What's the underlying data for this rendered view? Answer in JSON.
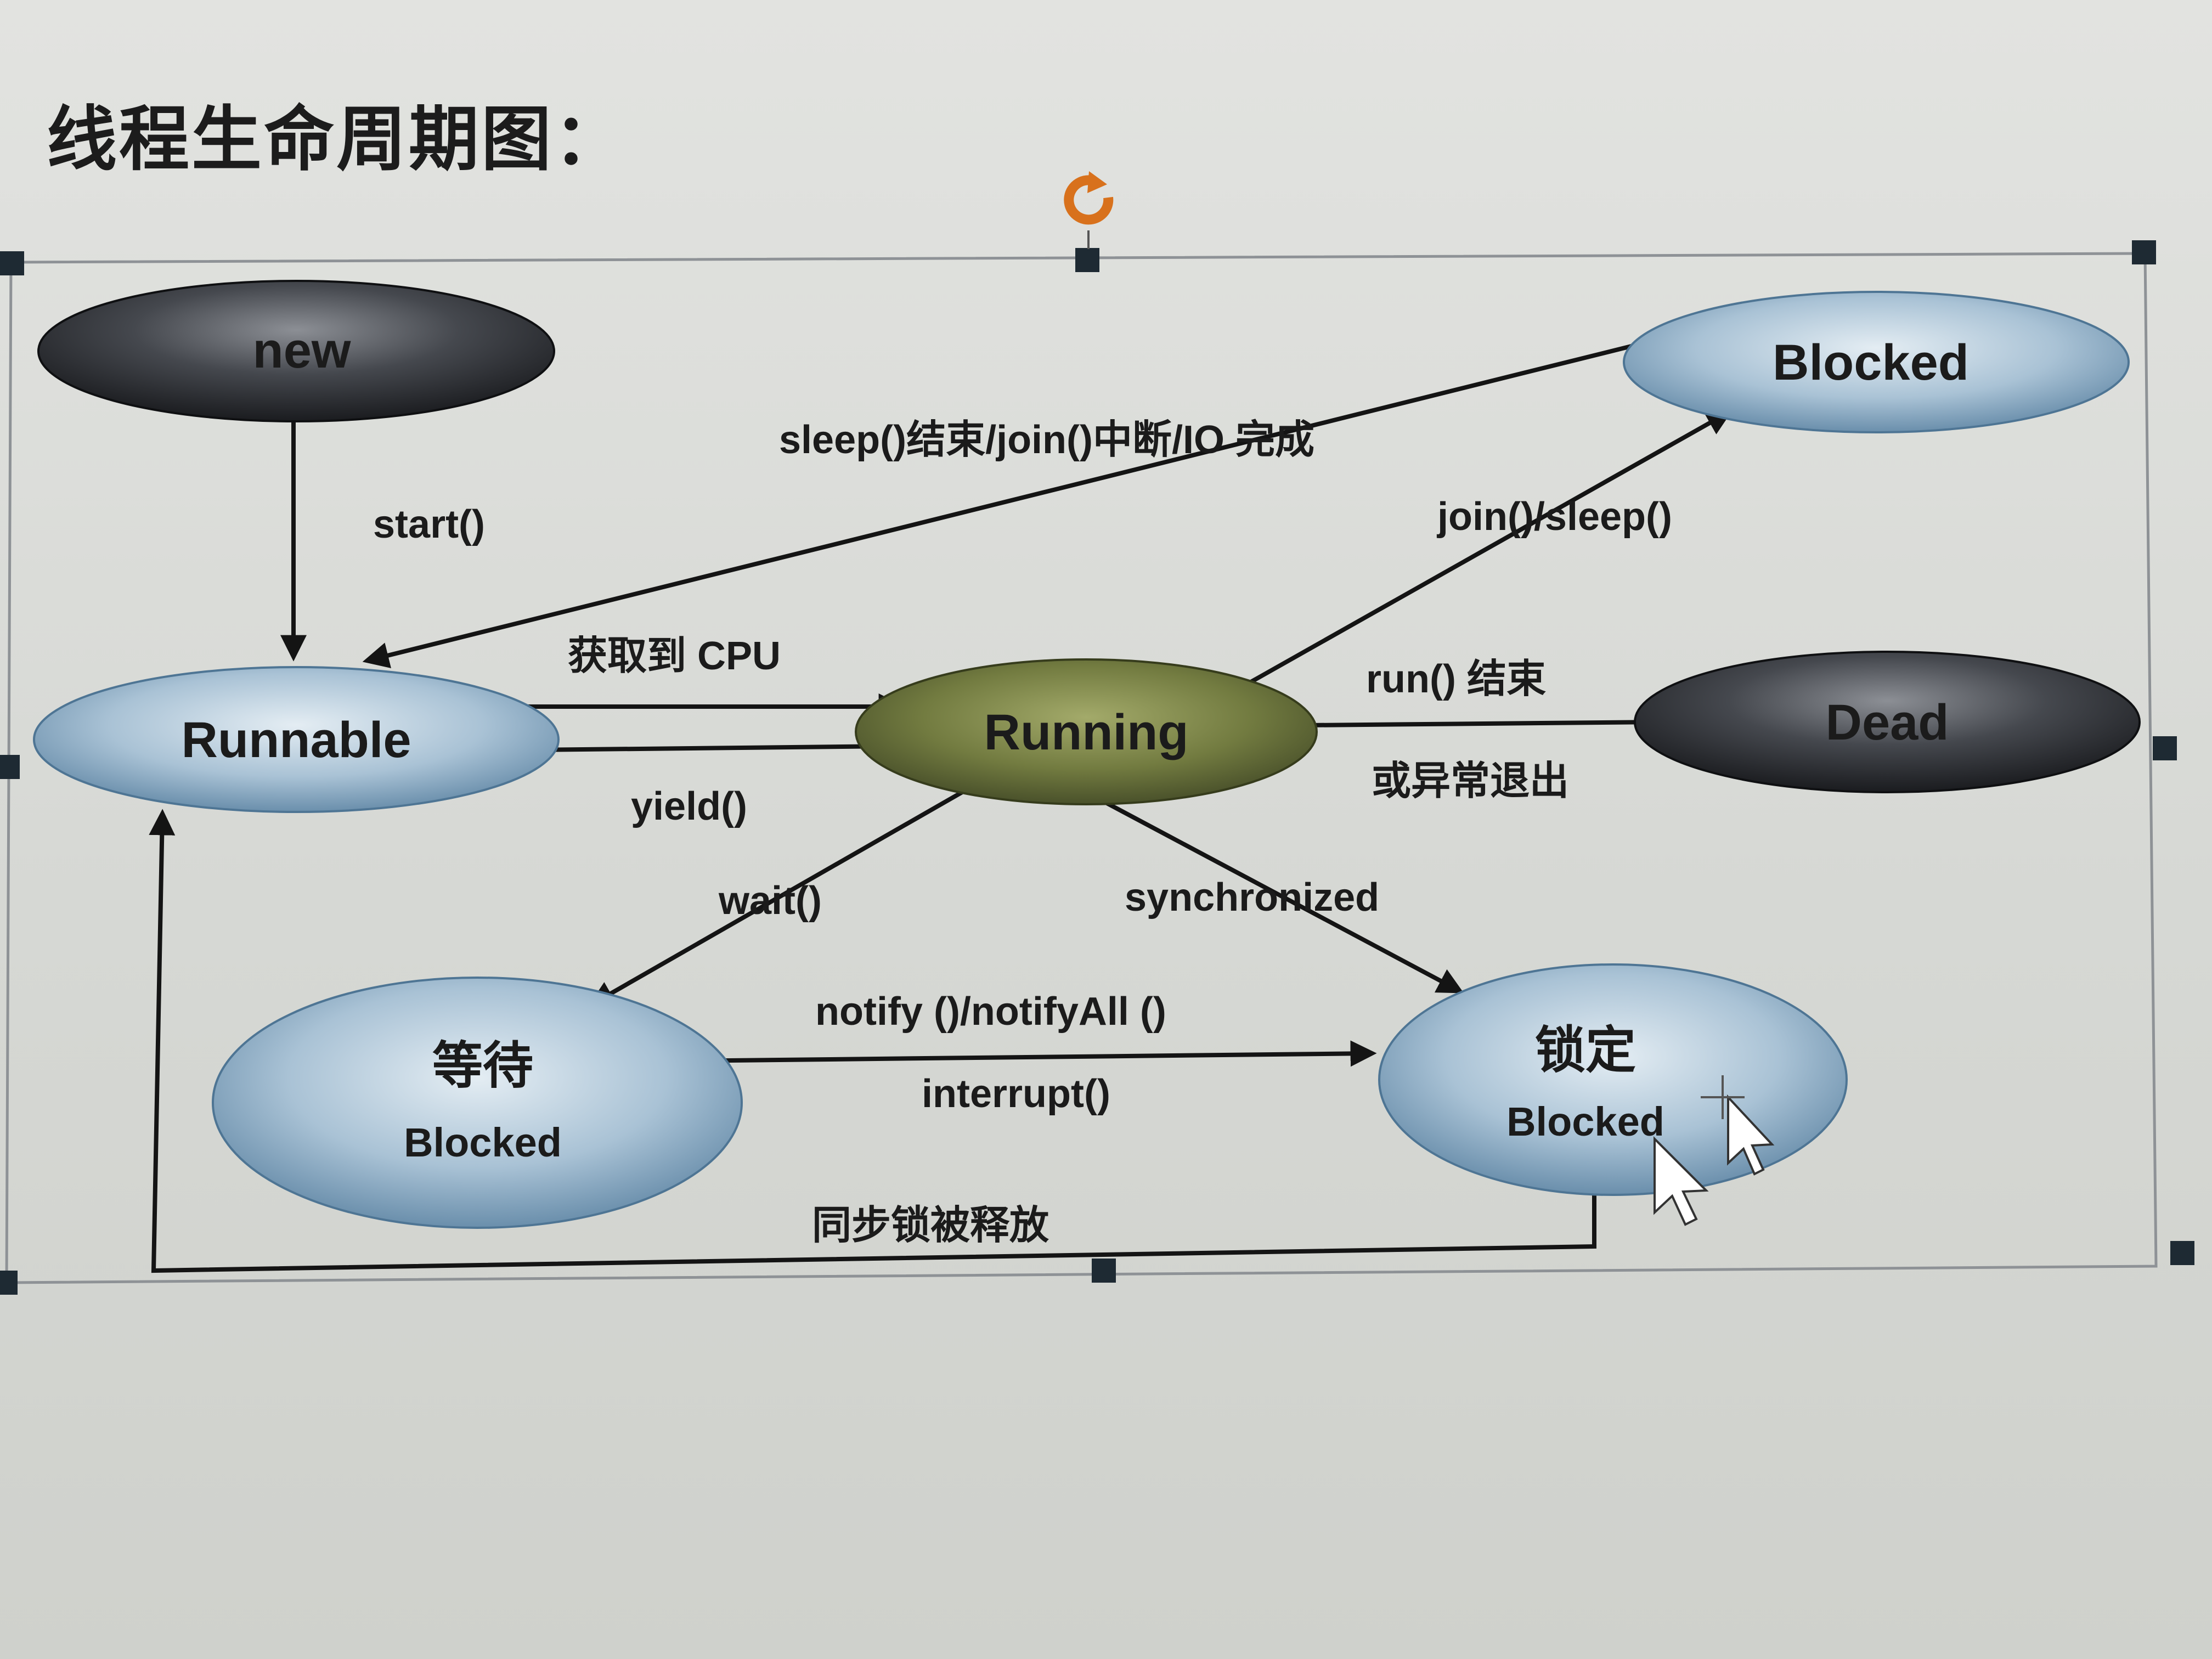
{
  "title": "线程生命周期图：",
  "nodes": {
    "new": {
      "label": "new"
    },
    "runnable": {
      "label": "Runnable"
    },
    "running": {
      "label": "Running"
    },
    "blocked": {
      "label": "Blocked"
    },
    "dead": {
      "label": "Dead"
    },
    "waiting": {
      "label": "等待",
      "sublabel": "Blocked"
    },
    "locked": {
      "label": "锁定",
      "sublabel": "Blocked"
    }
  },
  "edges": {
    "start": "start()",
    "get_cpu": "获取到 CPU",
    "yield": "yield()",
    "sleep_end": "sleep()结束/join()中断/IO 完成",
    "join_sleep": "join()/sleep()",
    "run_end_1": "run()  结束",
    "run_end_2": "或异常退出",
    "wait": "wait()",
    "synchronized": "synchronized",
    "notify": "notify ()/notifyAll ()",
    "interrupt": "interrupt()",
    "lock_released": "同步锁被释放"
  },
  "colors": {
    "dark_node": "#2a2c31",
    "blue_node": "#8fb0c8",
    "running_node": "#6f7840",
    "rotate_handle": "#d8711c"
  }
}
